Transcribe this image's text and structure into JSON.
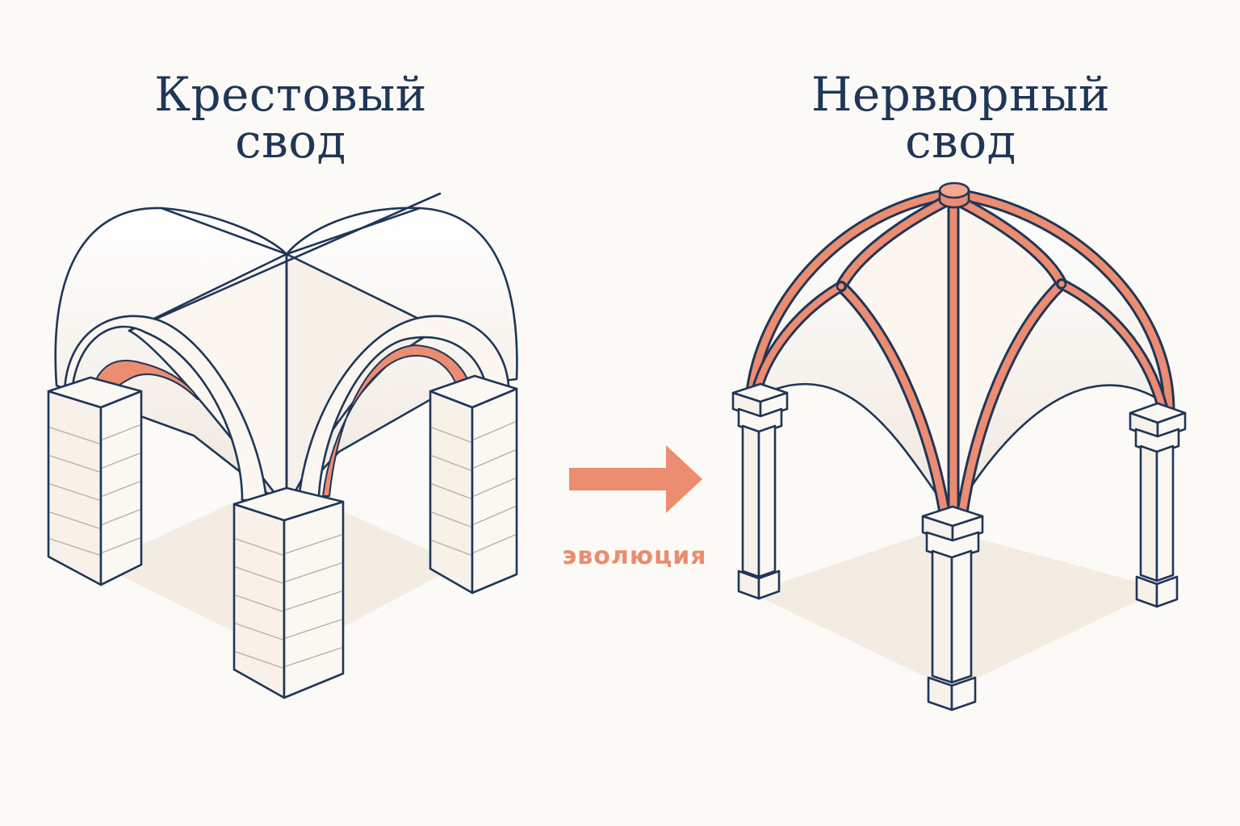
{
  "left": {
    "title": "Крестовый свод"
  },
  "right": {
    "title": "Нервюрный свод"
  },
  "transition": {
    "label": "эволюция"
  },
  "colors": {
    "background": "#fcfaf6",
    "ink": "#1f3658",
    "accent": "#ec8c70",
    "stone": "#fbf8f3"
  },
  "icons": {
    "arrow": "arrow-right-icon"
  }
}
